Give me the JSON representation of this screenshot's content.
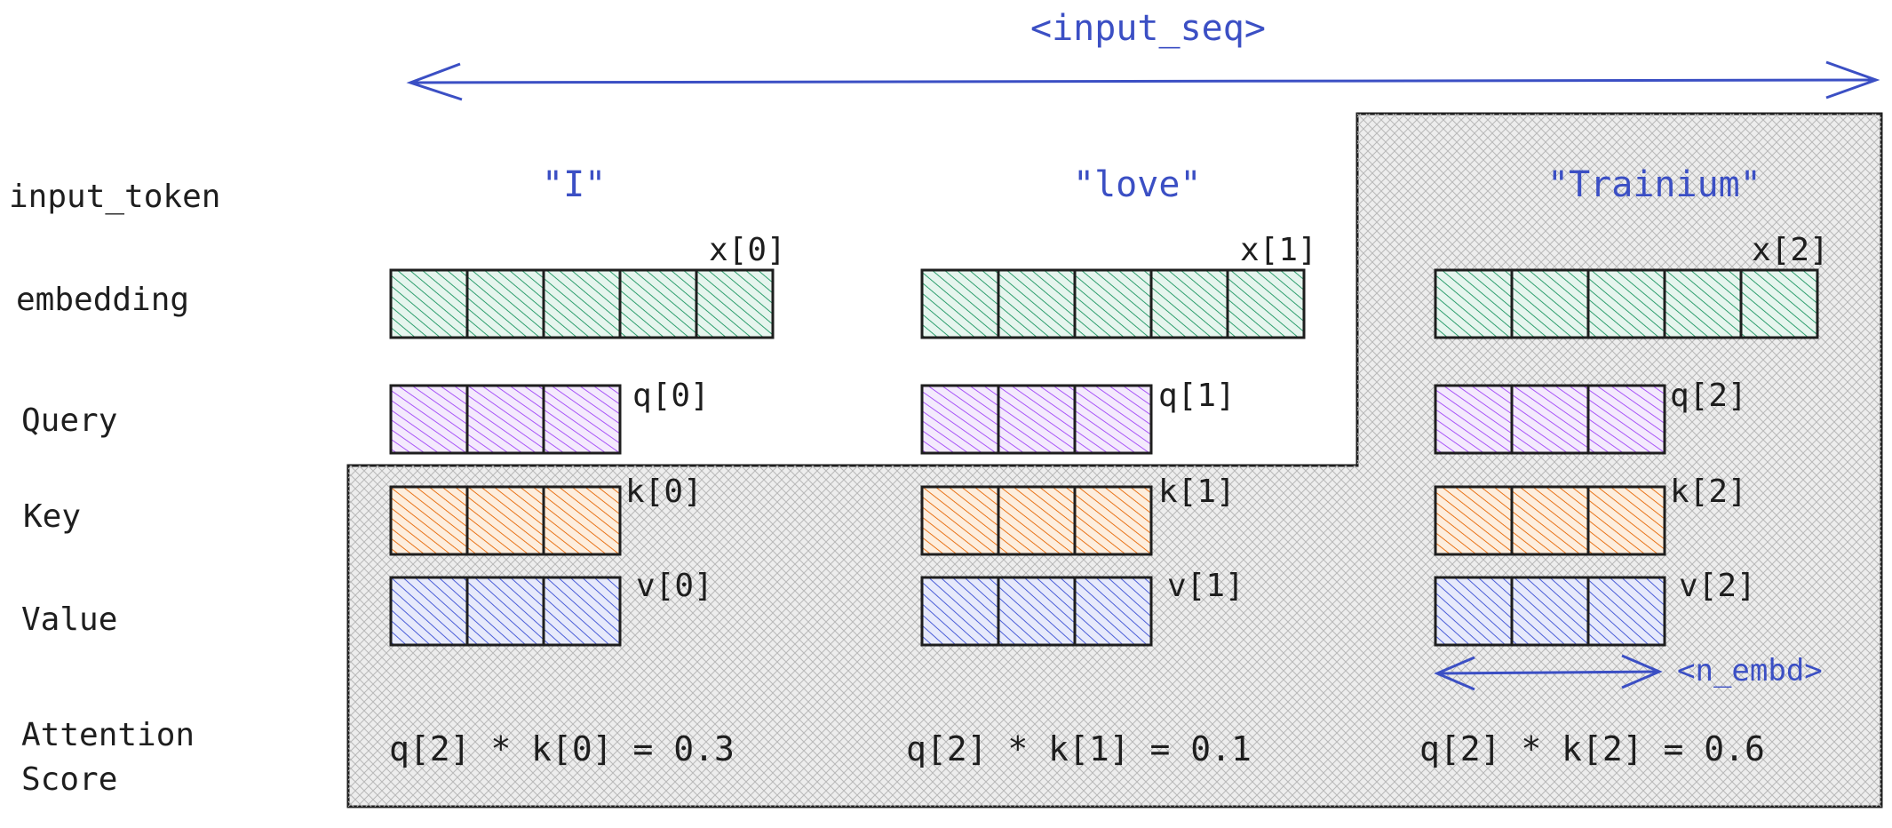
{
  "colors": {
    "embedding": "#2f9e6e",
    "query": "#a855f7",
    "key": "#e8741a",
    "value": "#4b5ed7",
    "annotation": "#3b4fc4",
    "region_fill": "#d9d9d9"
  },
  "dimension_labels": {
    "input_seq": "<input_seq>",
    "n_embd": "<n_embd>"
  },
  "row_labels": {
    "input_token": "input_token",
    "embedding": "embedding",
    "query": "Query",
    "key": "Key",
    "value": "Value",
    "attention_line1": "Attention",
    "attention_line2": "Score"
  },
  "tokens": [
    {
      "text": "\"I\"",
      "x_label": "x[0]",
      "q_label": "q[0]",
      "k_label": "k[0]",
      "v_label": "v[0]",
      "score": "q[2] * k[0] = 0.3"
    },
    {
      "text": "\"love\"",
      "x_label": "x[1]",
      "q_label": "q[1]",
      "k_label": "k[1]",
      "v_label": "v[1]",
      "score": "q[2] * k[1] = 0.1"
    },
    {
      "text": "\"Trainium\"",
      "x_label": "x[2]",
      "q_label": "q[2]",
      "k_label": "k[2]",
      "v_label": "v[2]",
      "score": "q[2] * k[2] = 0.6"
    }
  ]
}
